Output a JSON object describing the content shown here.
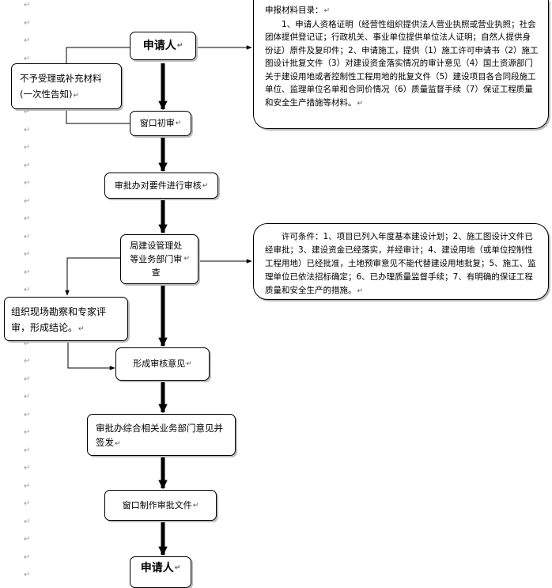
{
  "paragraph_mark": "↵",
  "nodes": {
    "applicant_top": "申请人",
    "reject": "不予受理或补充材料(一次性告知)",
    "window_initial_review": "窗口初审",
    "approval_office_review": "审批办对要件进行审核",
    "bureau_review": "局建设管理处等业务部门审查",
    "site_inspection": "组织现场勘察和专家评审，形成结论。",
    "review_opinion": "形成审核意见",
    "approval_office_sign": "审批办综合相关业务部门意见并签发",
    "window_make_document": "窗口制作审批文件",
    "applicant_bottom": "申请人"
  },
  "notes": {
    "materials_title": "申报材料目录：",
    "materials_body": "1、申请人资格证明（经营性组织提供法人营业执照或营业执照；社会团体提供登记证；行政机关、事业单位提供单位法人证明；自然人提供身份证）原件及复印件；2、申请施工，提供（1）施工许可申请书（2）施工图设计批复文件（3）对建设资金落实情况的审计意见（4）国土资源部门关于建设用地或者控制性工程用地的批复文件（5）建设项目各合同段施工单位、监理单位名单和合同价情况（6）质量监督手续（7）保证工程质量和安全生产措施等材料。",
    "conditions": "许可条件：1、项目已列入年度基本建设计划；2、施工图设计文件已经审批；3、建设资金已经落实，并经审计；4、建设用地（或单位控制性工程用地）已经批准，土地预审意见不能代替建设用地批复；5、施工、监理单位已依法招标确定；6、已办理质量监督手续；7、有明确的保证工程质量和安全生产的措施。"
  }
}
